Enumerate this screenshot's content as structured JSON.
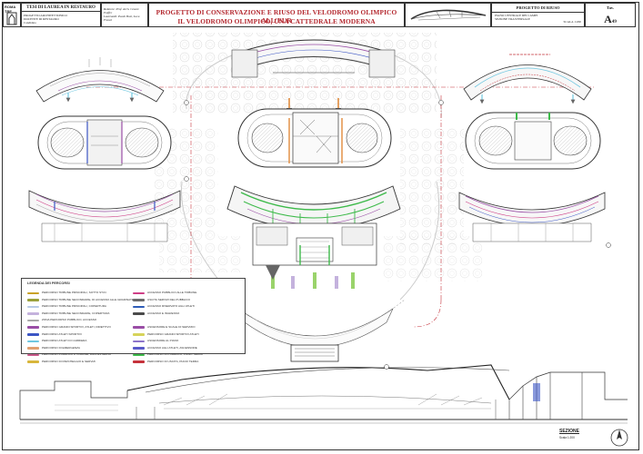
{
  "logo": {
    "text": "ROMA TRE"
  },
  "thesis": {
    "heading": "TESI DI LAUREA IN RESTAURO",
    "lines": [
      "PROGETTO ARCHITETTONICO",
      "DOCENTE DI RESTAURO",
      "Candidato"
    ]
  },
  "relatori": {
    "lines": [
      "Relatore: Prof. Arch. Cesare Feiffer",
      "Laureandi: Paolo Busi, Luca Franci"
    ]
  },
  "title": {
    "line1": "PROGETTO DI CONSERVAZIONE E RIUSO DEL VELODROMO OLIMPICO ALL'EUR",
    "line2": "IL VELODROMO OLIMPICO, UNA CATTEDRALE MODERNA"
  },
  "subject": {
    "header": "PROGETTO DI RIUSO",
    "line1": "PIANO CENTRALE DEI CAMPI",
    "line2": "SEZIONE TRASVERSALE",
    "scale": "SCALA 1:200"
  },
  "tavola": {
    "label": "Tav.",
    "letter": "A",
    "number": "49"
  },
  "legend": {
    "title": "LEGENDA DEI PERCORSI",
    "left": [
      {
        "color": "#c9a227",
        "label": "PERCORSO TRIBUNE PRINCIPALI, SOTTO ST.IN"
      },
      {
        "color": "#9aa03a",
        "label": "PERCORSO TRIBUNE SECONDARIE, DI ACCESSO ALLE GRADINATE"
      },
      {
        "color": "#b9cbe6",
        "label": "PERCORSO TRIBUNE PRINCIPALI, COPERTURA"
      },
      {
        "color": "#c4b2dd",
        "label": "PERCORSO TRIBUNE SECONDARIE, COPERTURA"
      },
      {
        "color": "#a8a8a8",
        "label": "ZONA PERCORSO PUBBLICO, ACCESSO"
      },
      {
        "color": "#9a4ea6",
        "label": "PERCORSO GRANDI SPORTIVI, ATLETI, DIRETTIVO"
      },
      {
        "color": "#3b55c4",
        "label": "PERCORSO ATLETI SPORTIVI"
      },
      {
        "color": "#6fc7e0",
        "label": "PERCORSO ATLETI DI CARRIERA"
      },
      {
        "color": "#e0a070",
        "label": "PERCORSO DI EMERGENZA"
      },
      {
        "color": "#c95a8a",
        "label": "PERCORSO PUBBLICO A TRIBUNE, DALL'ESTERNO"
      },
      {
        "color": "#d8b63b",
        "label": "PERCORSO DI PARCHEGGIO E SERVIZI"
      }
    ],
    "right": [
      {
        "color": "#cf3e86",
        "label": "ACCESSO PUBBLICO ALLE TRIBUNE"
      },
      {
        "color": "#6b6b6b",
        "label": "USCITA SERVIZI DEL PUBBLICO"
      },
      {
        "color": "#2e5cb8",
        "label": "ACCESSO RISERVATO AGLI ATLETI"
      },
      {
        "color": "#4a4a4a",
        "label": "ACCESSO E INGRESSO"
      },
      {
        "color": "#ffffff",
        "label": ""
      },
      {
        "color": "#9a4ea6",
        "label": "ASCENSORE E SCALE DI SERVIZIO"
      },
      {
        "color": "#d6d35a",
        "label": "PERCORSO GRANDI SPORTIVI ATLETI"
      },
      {
        "color": "#8c73c9",
        "label": "ASCENSORE AL PIANO"
      },
      {
        "color": "#5a5ac9",
        "label": "ACCESSO AGLI ATLETI, ASCENSORE"
      },
      {
        "color": "#3dba4a",
        "label": "PERCORSO DI PUBBLICO, PIANO TERRA"
      },
      {
        "color": "#c5323b",
        "label": "PERCORSO DI USCITA, PIANO TERRA"
      }
    ]
  },
  "section": {
    "title": "SEZIONE",
    "scale": "Scala 1:200"
  },
  "colors": {
    "title_red": "#b3262d",
    "path_green": "#3dba4a",
    "path_purple": "#9a4ea6",
    "path_blue": "#3b55c4",
    "path_orange": "#e08a3c",
    "path_red_dashed": "#c5323b"
  }
}
